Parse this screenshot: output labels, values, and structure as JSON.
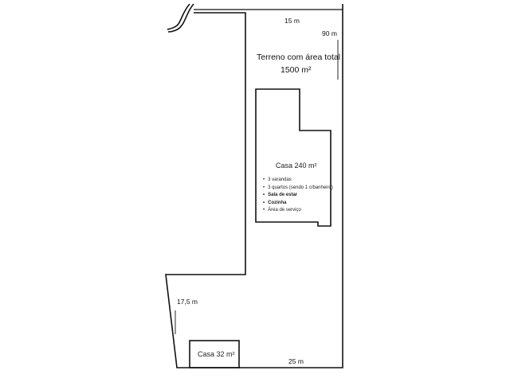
{
  "plan": {
    "dimensions": {
      "top": "15 m",
      "right": "90 m",
      "left": "17,5 m",
      "bottom": "25 m"
    },
    "terreno": {
      "title": "Terreno com área total",
      "area": "1500 m²"
    },
    "casa_main": {
      "title": "Casa 240 m²",
      "features": [
        "3 varandas",
        "3 quartos (sendo 1 c/banheiro)",
        "Sala de estar",
        "Cozinha",
        "Área de serviço"
      ]
    },
    "casa_small": {
      "title": "Casa 32 m²"
    }
  }
}
